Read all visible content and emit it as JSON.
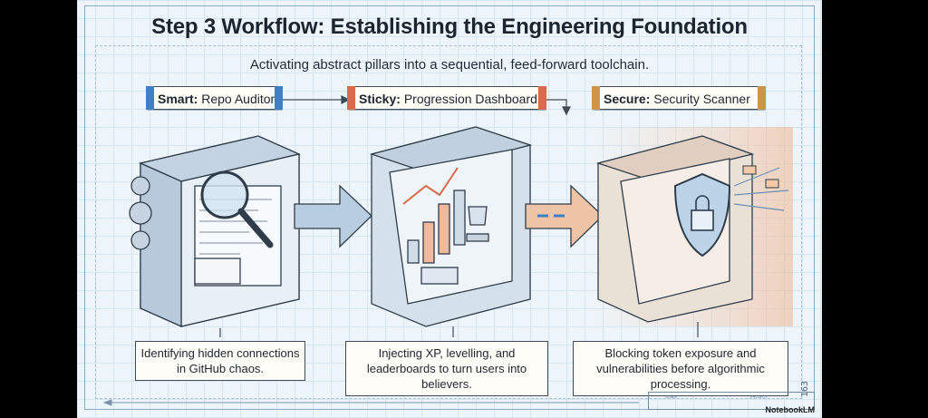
{
  "title": "Step 3 Workflow: Establishing the Engineering Foundation",
  "subtitle": "Activating abstract pillars into a sequential, feed-forward toolchain.",
  "pillars": [
    {
      "keyword": "Smart:",
      "name": "Repo Auditor",
      "accent": "#3f7fc4",
      "caption_1": "Identifying hidden connections",
      "caption_2": "in GitHub chaos."
    },
    {
      "keyword": "Sticky:",
      "name": "Progression Dashboard",
      "accent": "#d96a4a",
      "caption_1": "Injecting XP, levelling, and",
      "caption_2": "leaderboards to turn users into believers."
    },
    {
      "keyword": "Secure:",
      "name": "Security Scanner",
      "accent": "#c8974a",
      "caption_1": "Blocking token exposure and",
      "caption_2": "vulnerabilities before algorithmic processing."
    }
  ],
  "title_block": {
    "scale": "SCALE",
    "project": "PROJECT",
    "code": "163"
  },
  "logo": "NotebookLM",
  "icons": [
    "gear-icon",
    "magnifier-icon",
    "document-icon",
    "chart-icon",
    "trophy-icon",
    "shield-icon",
    "lock-icon",
    "envelope-icon"
  ]
}
